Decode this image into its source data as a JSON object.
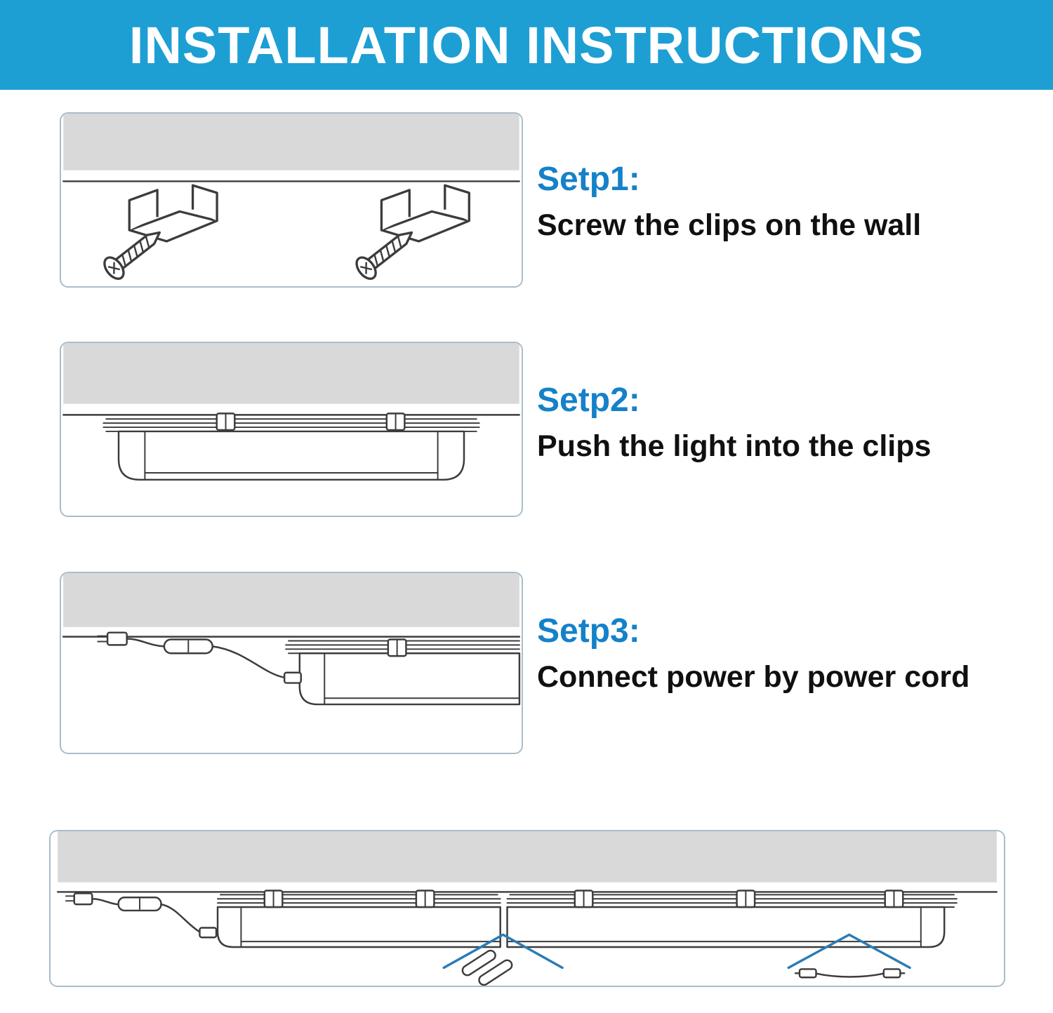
{
  "header": {
    "title": "INSTALLATION INSTRUCTIONS"
  },
  "steps": [
    {
      "label": "Setp1:",
      "description": "Screw the clips on the wall",
      "diagram": "screw-clips-on-wall"
    },
    {
      "label": "Setp2:",
      "description": "Push the light into the clips",
      "diagram": "push-light-into-clips"
    },
    {
      "label": "Setp3:",
      "description": "Connect power by power cord",
      "diagram": "connect-power-by-cord"
    }
  ],
  "bottom_diagram": {
    "name": "series-connection",
    "icons": [
      "power-plug-icon",
      "inline-switch-icon",
      "led-fixture",
      "mounting-clip-icon",
      "chevron-up-icon",
      "pin-connector-icon",
      "cable-connector-icon"
    ]
  },
  "colors": {
    "header_bg": "#1d9fd4",
    "header_text": "#ffffff",
    "step_label": "#1581c8",
    "connector_arrow": "#2a7cb5",
    "diagram_line": "#3c3c3c",
    "panel_fill": "#d9d9d9",
    "box_border": "#a9bdca"
  }
}
